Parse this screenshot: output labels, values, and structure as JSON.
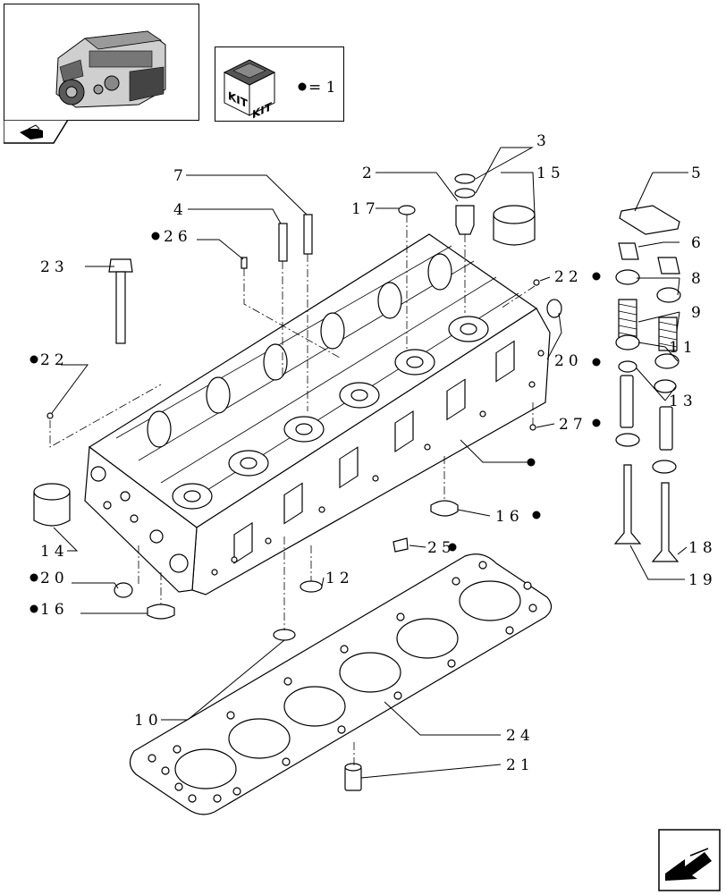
{
  "kit_legend": {
    "text": "= 1",
    "icon": "kit-box-icon",
    "kit_label_left": "KIT",
    "kit_label_right": "KIT"
  },
  "thumbnail": {
    "icon": "engine-thumbnail"
  },
  "nav": {
    "back_icon": "folder-back-icon",
    "next_icon": "next-page-arrow-icon"
  },
  "callouts": [
    {
      "id": "c2",
      "text": "2"
    },
    {
      "id": "c3",
      "text": "3"
    },
    {
      "id": "c4",
      "text": "4"
    },
    {
      "id": "c5",
      "text": "5"
    },
    {
      "id": "c6",
      "text": "6"
    },
    {
      "id": "c7",
      "text": "7"
    },
    {
      "id": "c8",
      "text": "8"
    },
    {
      "id": "c9",
      "text": "9"
    },
    {
      "id": "c10",
      "text": "10"
    },
    {
      "id": "c11",
      "text": "11"
    },
    {
      "id": "c12",
      "text": "12"
    },
    {
      "id": "c13",
      "text": "13"
    },
    {
      "id": "c14",
      "text": "14"
    },
    {
      "id": "c15",
      "text": "15"
    },
    {
      "id": "c16a",
      "text": "16"
    },
    {
      "id": "c16b",
      "text": "16"
    },
    {
      "id": "c17",
      "text": "17"
    },
    {
      "id": "c18",
      "text": "18"
    },
    {
      "id": "c19",
      "text": "19"
    },
    {
      "id": "c20a",
      "text": "20"
    },
    {
      "id": "c20b",
      "text": "20"
    },
    {
      "id": "c21",
      "text": "21"
    },
    {
      "id": "c22a",
      "text": "22"
    },
    {
      "id": "c22b",
      "text": "22"
    },
    {
      "id": "c23",
      "text": "23"
    },
    {
      "id": "c24",
      "text": "24"
    },
    {
      "id": "c25",
      "text": "25"
    },
    {
      "id": "c26",
      "text": "26"
    },
    {
      "id": "c27",
      "text": "27"
    }
  ],
  "kit_marker_color": "#000000"
}
